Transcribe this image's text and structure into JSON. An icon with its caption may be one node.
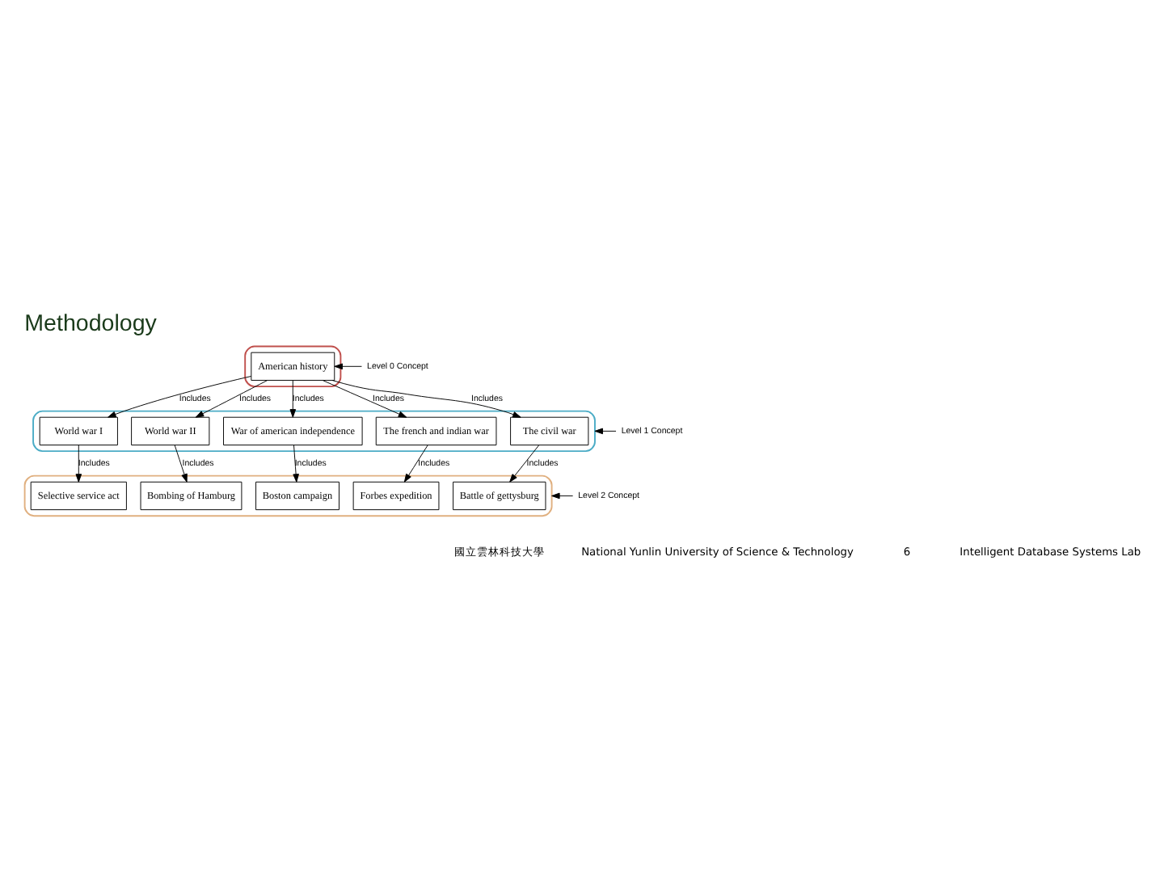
{
  "diagram": {
    "title": "Methodology",
    "nodes": [
      {
        "text": [],
        "shape": "ellipse"
      },
      {
        "text": [
          "American history"
        ],
        "in": 0
      },
      {
        "text": [],
        "shape": "ellipse"
      },
      {
        "text": [
          "World war I"
        ],
        "in": 2
      },
      {
        "text": [
          "World war II"
        ],
        "in": 2
      },
      {
        "text": [
          "War of american independence"
        ],
        "in": 2
      },
      {
        "text": [
          "The french and indian war"
        ],
        "in": 2
      },
      {
        "text": [
          "The civil war"
        ],
        "in": 2
      },
      {
        "text": [],
        "shape": "ellipse"
      },
      {
        "text": [
          "Selective service act"
        ],
        "in": 8
      },
      {
        "text": [
          "Bombing of Hamburg"
        ],
        "in": 8
      },
      {
        "text": [
          "Boston campaign"
        ],
        "in": 8
      },
      {
        "text": [
          "Forbes expedition"
        ],
        "in": 8
      },
      {
        "text": [
          "Battle of gettysburg"
        ],
        "in": 8
      },
      {
        "text": [
          "Level 0 Concept"
        ]
      },
      {
        "text": [
          "Level 1 Concept"
        ]
      },
      {
        "text": [
          "Level 2 Concept"
        ]
      }
    ],
    "edges": [
      {
        "from": 1,
        "to": 3,
        "arrow": "to",
        "label": "Includes"
      },
      {
        "from": 1,
        "to": 4,
        "arrow": "to",
        "label": "Includes"
      },
      {
        "from": 1,
        "to": 5,
        "arrow": "to",
        "label": "Includes"
      },
      {
        "from": 1,
        "to": 6,
        "arrow": "to",
        "label": "Includes"
      },
      {
        "from": 1,
        "to": 7,
        "arrow": "to",
        "label": "Includes"
      },
      {
        "from": 3,
        "to": 9,
        "arrow": "to",
        "label": "Includes"
      },
      {
        "from": 4,
        "to": 10,
        "arrow": "to",
        "label": "Includes"
      },
      {
        "from": 5,
        "to": 11,
        "arrow": "to",
        "label": "Includes"
      },
      {
        "from": 6,
        "to": 12,
        "arrow": "to",
        "label": "Includes"
      },
      {
        "from": 7,
        "to": 13,
        "arrow": "to",
        "label": "Includes"
      },
      {
        "from": 14,
        "to": 1,
        "arrow": "to"
      },
      {
        "from": 15,
        "to": 2,
        "arrow": "to"
      },
      {
        "from": 16,
        "to": 8,
        "arrow": "to"
      }
    ],
    "labels": [
      "國立雲林科技大學",
      "National Yunlin University of Science & Technology",
      "6",
      "Intelligent Database Systems Lab"
    ]
  }
}
